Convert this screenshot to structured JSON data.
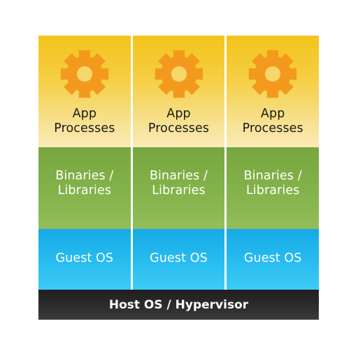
{
  "columns": [
    {
      "app_line1": "App",
      "app_line2": "Processes",
      "bin_line1": "Binaries /",
      "bin_line2": "Libraries",
      "guest": "Guest OS",
      "icon": "gear-icon"
    },
    {
      "app_line1": "App",
      "app_line2": "Processes",
      "bin_line1": "Binaries /",
      "bin_line2": "Libraries",
      "guest": "Guest OS",
      "icon": "gear-icon"
    },
    {
      "app_line1": "App",
      "app_line2": "Processes",
      "bin_line1": "Binaries /",
      "bin_line2": "Libraries",
      "guest": "Guest OS",
      "icon": "gear-icon"
    }
  ],
  "host_label": "Host OS / Hypervisor",
  "colors": {
    "app_layer": "#f5cf45",
    "binaries_layer": "#84b24b",
    "guest_layer": "#24b9ee",
    "host_layer": "#2e2e2e",
    "gear": "#f39a1e"
  }
}
